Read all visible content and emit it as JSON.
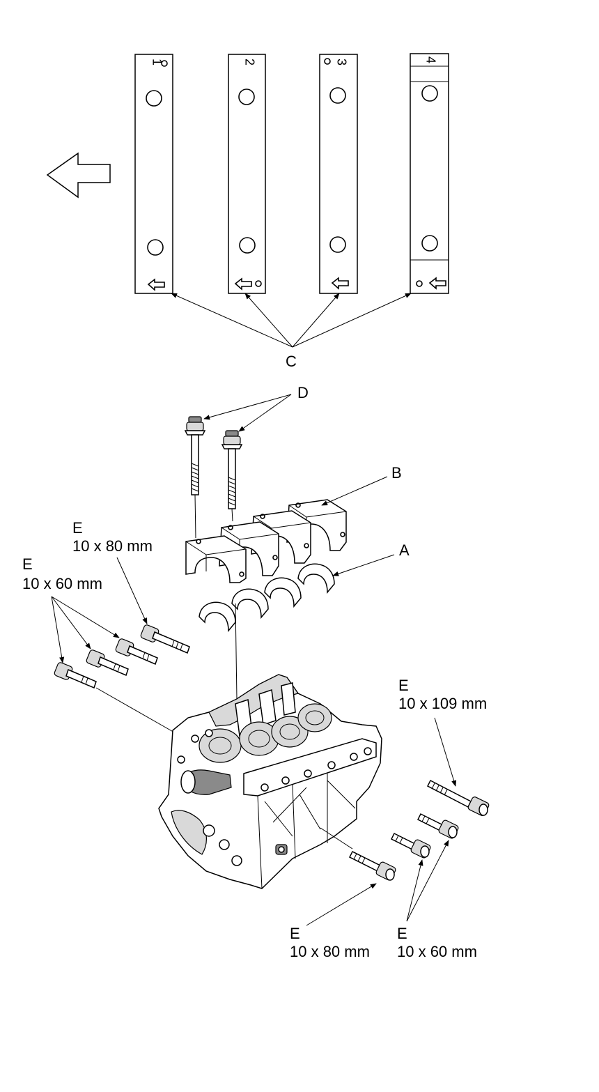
{
  "labels": {
    "a": "A",
    "b": "B",
    "c": "C",
    "d": "D",
    "e1_letter": "E",
    "e1_size": "10 x 80 mm",
    "e2_letter": "E",
    "e2_size": "10 x 60 mm",
    "e3_letter": "E",
    "e3_size": "10 x 109 mm",
    "e4_letter": "E",
    "e4_size": "10 x 80 mm",
    "e5_letter": "E",
    "e5_size": "10 x 60 mm"
  },
  "caps": [
    {
      "number": "1"
    },
    {
      "number": "2"
    },
    {
      "number": "3"
    },
    {
      "number": "4"
    }
  ]
}
